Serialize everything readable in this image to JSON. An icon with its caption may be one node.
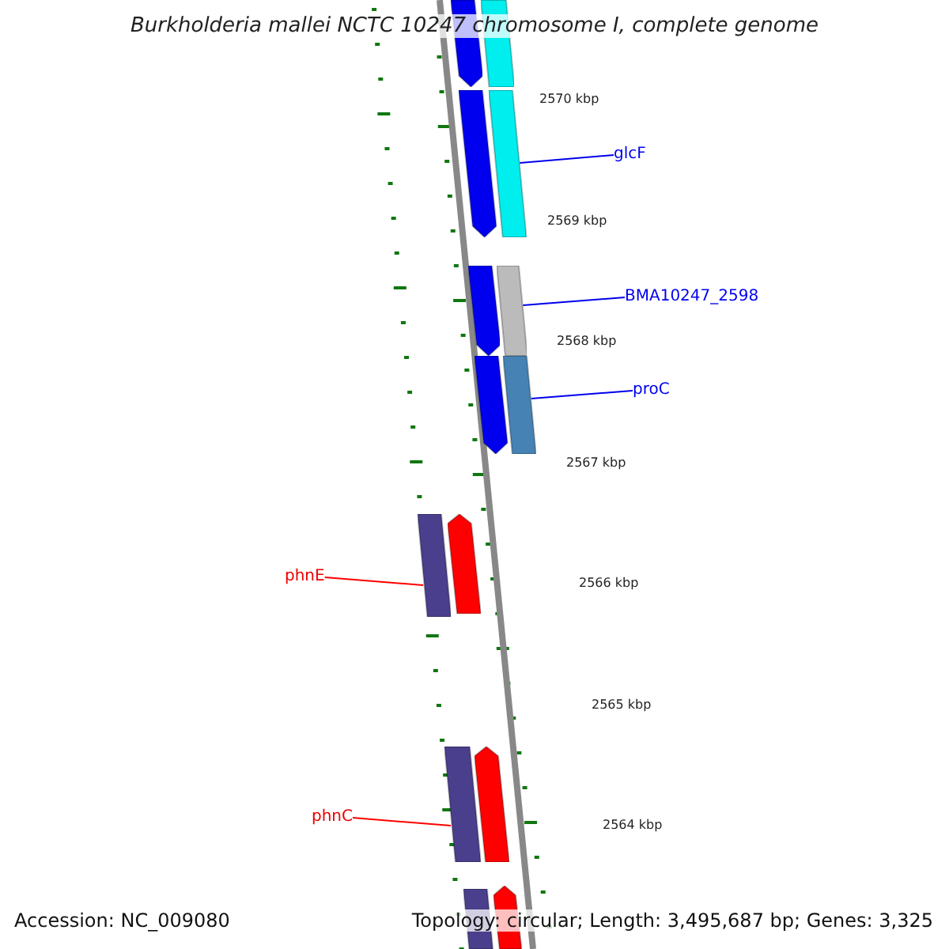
{
  "diagram": {
    "title": "Burkholderia mallei NCTC 10247 chromosome I, complete genome",
    "nodes": [
      {
        "text": [],
        "shape": "bar"
      },
      {
        "text": [],
        "shape": "bar"
      },
      {
        "text": [],
        "shape": "bar"
      },
      {
        "text": [],
        "shape": "bar"
      },
      {
        "text": [
          "glcF"
        ]
      },
      {
        "text": [],
        "shape": "bar"
      },
      {
        "text": [],
        "shape": "bar"
      },
      {
        "text": [
          "BMA10247_2598"
        ]
      },
      {
        "text": [],
        "shape": "bar"
      },
      {
        "text": [],
        "shape": "bar"
      },
      {
        "text": [
          "proC"
        ]
      },
      {
        "text": [],
        "shape": "bar"
      },
      {
        "text": [],
        "shape": "bar"
      },
      {
        "text": [
          "phnE"
        ]
      },
      {
        "text": [],
        "shape": "bar"
      },
      {
        "text": [],
        "shape": "bar"
      },
      {
        "text": [
          "phnC"
        ]
      },
      {
        "text": [],
        "shape": "bar"
      },
      {
        "text": [],
        "shape": "bar"
      }
    ],
    "edges": [
      {
        "from": 4,
        "to": 3,
        "arrow": "none"
      },
      {
        "from": 7,
        "to": 6,
        "arrow": "none"
      },
      {
        "from": 10,
        "to": 9,
        "arrow": "none"
      },
      {
        "from": 13,
        "to": 11,
        "arrow": "none",
        "color": "#ff0000"
      },
      {
        "from": 16,
        "to": 14,
        "arrow": "none",
        "color": "#ff0000"
      }
    ],
    "labels": [
      "2570 kbp",
      "2569 kbp",
      "2568 kbp",
      "2567 kbp",
      "2566 kbp",
      "2565 kbp",
      "2564 kbp",
      "Accession: NC_009080",
      "Topology: circular; Length: 3,495,687 bp; Genes: 3,325"
    ]
  }
}
